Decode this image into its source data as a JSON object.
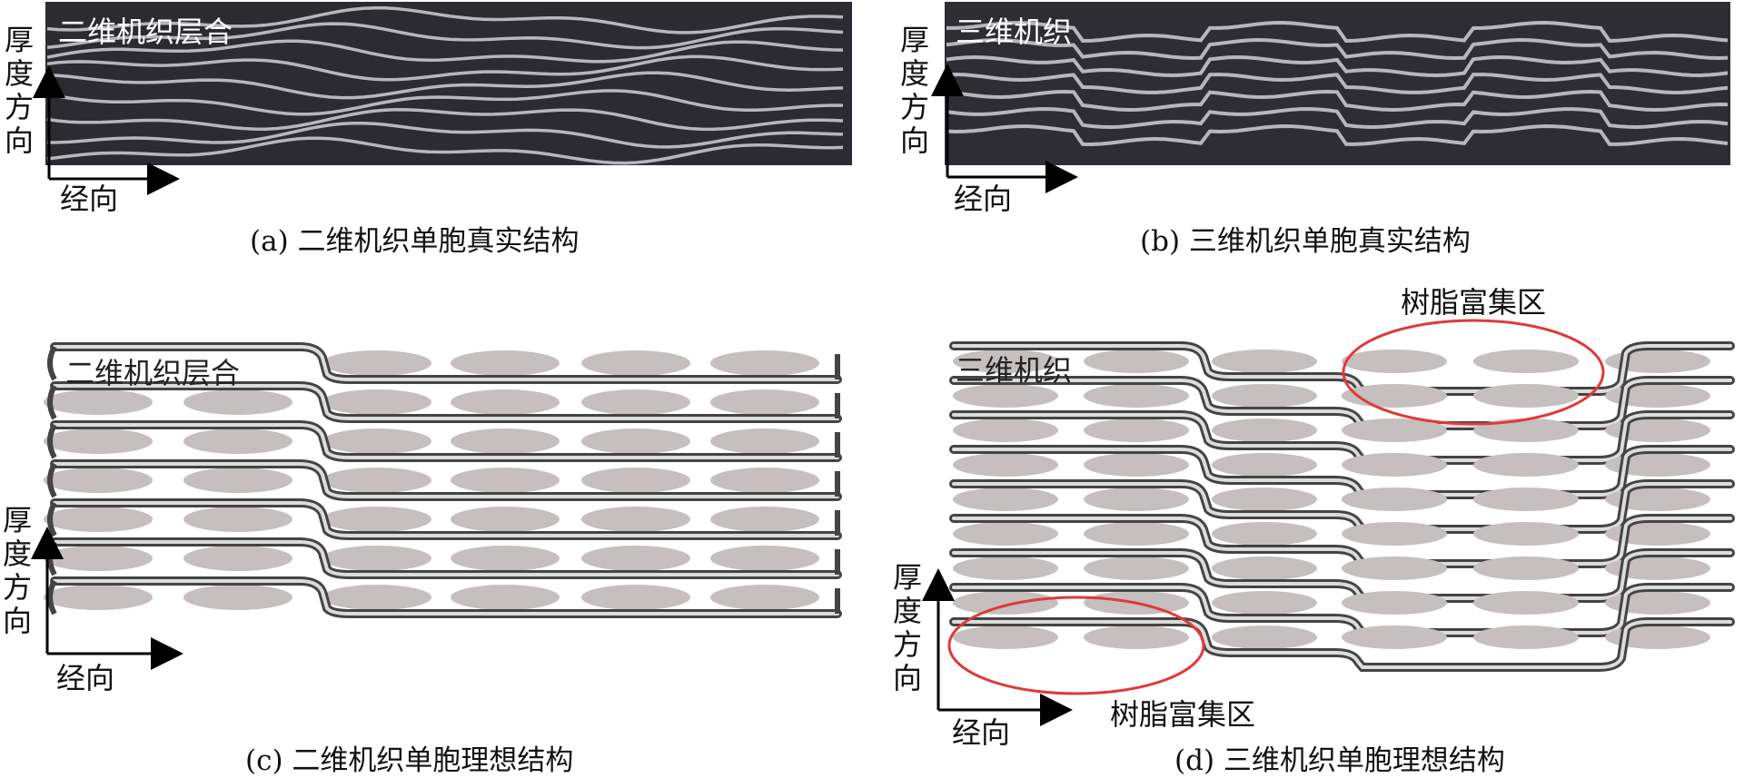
{
  "panels": {
    "a": {
      "overlay": "二维机织层合",
      "thickness": [
        "厚",
        "度",
        "方",
        "向"
      ],
      "warp": "经向",
      "caption": "(a) 二维机织单胞真实结构"
    },
    "b": {
      "overlay": "三维机织",
      "thickness": [
        "厚",
        "度",
        "方",
        "向"
      ],
      "warp": "经向",
      "caption": "(b) 三维机织单胞真实结构"
    },
    "c": {
      "overlay": "二维机织层合",
      "thickness": [
        "厚",
        "度",
        "方",
        "向"
      ],
      "warp": "经向",
      "caption": "(c) 二维机织单胞理想结构"
    },
    "d": {
      "overlay": "三维机织",
      "thickness": [
        "厚",
        "度",
        "方",
        "向"
      ],
      "warp": "经向",
      "caption": "(d) 三维机织单胞理想结构",
      "resin_rich_top": "树脂富集区",
      "resin_rich_bottom": "树脂富集区"
    }
  },
  "colors": {
    "photo_bg": "#2b2a30",
    "fiber": "#c9c9cf",
    "ellipse": "#c5bfbf",
    "yarn_dark": "#3e3e3e",
    "yarn_light": "#d8d8d8",
    "highlight": "#e03a3a"
  }
}
